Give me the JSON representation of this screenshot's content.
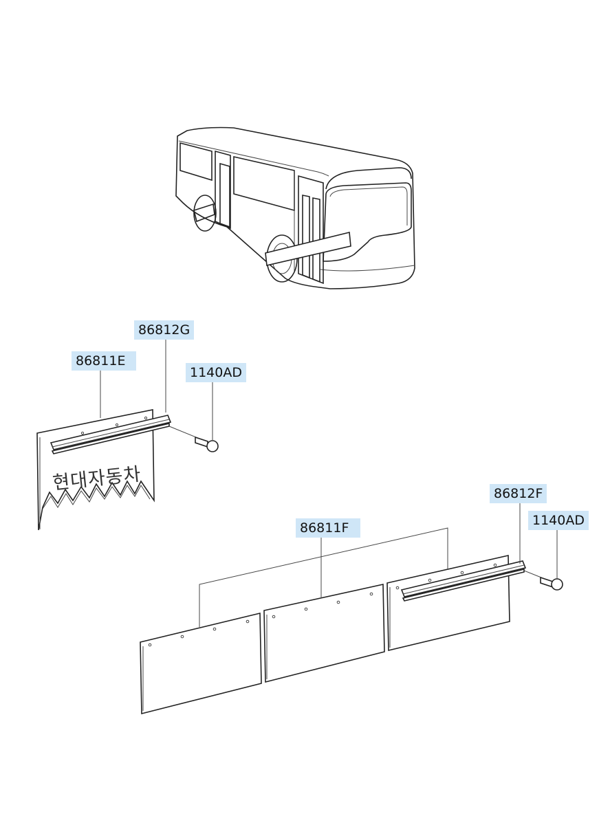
{
  "labels": {
    "p86812G": "86812G",
    "p86811E": "86811E",
    "p1140AD_left": "1140AD",
    "p86812F": "86812F",
    "p86811F": "86811F",
    "p1140AD_right": "1140AD"
  },
  "mudguard_text": "현대자동차",
  "colors": {
    "label_bg": "#cfe6f7",
    "line": "#222222"
  }
}
